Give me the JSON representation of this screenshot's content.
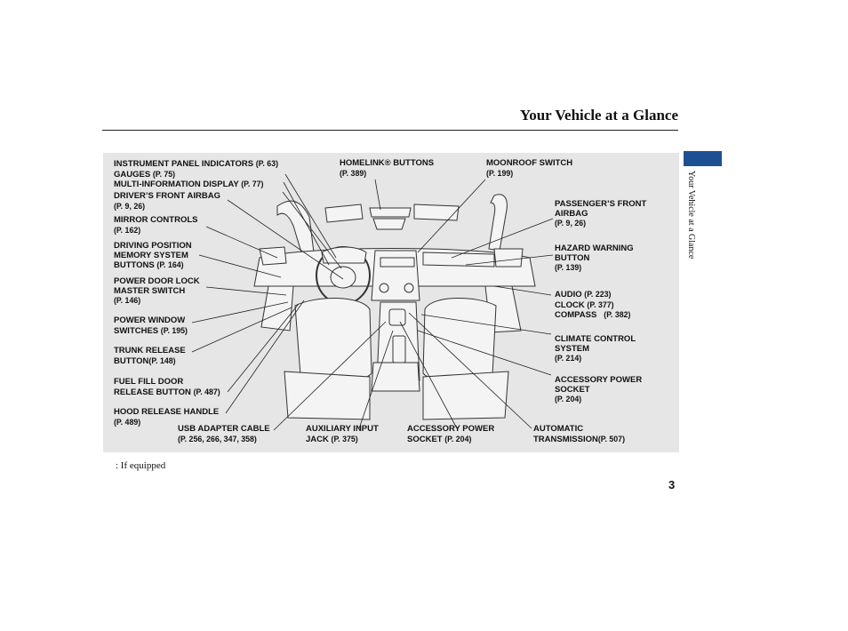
{
  "header": {
    "title": "Your Vehicle at a Glance",
    "side_label": "Your Vehicle at a Glance",
    "tab_color": "#1f4f93"
  },
  "callouts": {
    "instrument": {
      "line1": "INSTRUMENT PANEL INDICATORS",
      "ref1": "(P. 63)",
      "line2": "GAUGES",
      "ref2": "(P. 75)",
      "line3": "MULTI-INFORMATION DISPLAY",
      "ref3": "(P. 77)"
    },
    "homelink": {
      "line1": "HOMELINK® BUTTONS",
      "ref": "(P. 389)"
    },
    "moonroof": {
      "line1": "MOONROOF SWITCH",
      "ref": "(P. 199)"
    },
    "driver_airbag": {
      "line1": "DRIVER’S FRONT AIRBAG",
      "ref": "(P. 9, 26)"
    },
    "mirror": {
      "line1": "MIRROR CONTROLS",
      "ref": "(P. 162)"
    },
    "memory": {
      "line1": "DRIVING POSITION",
      "line2": "MEMORY SYSTEM",
      "line3": "BUTTONS",
      "ref": "(P. 164)"
    },
    "door_lock": {
      "line1": "POWER DOOR LOCK",
      "line2": "MASTER SWITCH",
      "ref": "(P. 146)"
    },
    "window": {
      "line1": "POWER WINDOW",
      "line2": "SWITCHES",
      "ref": "(P. 195)"
    },
    "trunk": {
      "line1": "TRUNK RELEASE",
      "line2": "BUTTON",
      "ref": "(P. 148)"
    },
    "fuel": {
      "line1": "FUEL FILL DOOR",
      "line2": "RELEASE BUTTON",
      "ref": "(P. 487)"
    },
    "hood": {
      "line1": "HOOD RELEASE HANDLE",
      "ref": "(P. 489)"
    },
    "usb": {
      "line1": "USB ADAPTER CABLE",
      "ref": "(P. 256, 266, 347, 358)"
    },
    "aux": {
      "line1": "AUXILIARY INPUT",
      "line2": "JACK",
      "ref": "(P. 375)"
    },
    "acc_power_bottom": {
      "line1": "ACCESSORY POWER",
      "line2": "SOCKET",
      "ref": "(P. 204)"
    },
    "transmission": {
      "line1": "AUTOMATIC",
      "line2": "TRANSMISSION",
      "ref": "(P. 507)"
    },
    "passenger_airbag": {
      "line1": "PASSENGER’S FRONT",
      "line2": "AIRBAG",
      "ref": "(P. 9, 26)"
    },
    "hazard": {
      "line1": "HAZARD WARNING",
      "line2": "BUTTON",
      "ref": "(P. 139)"
    },
    "audio": {
      "line1": "AUDIO",
      "ref1": "(P. 223)",
      "line2": "CLOCK",
      "ref2": "(P. 377)",
      "line3": "COMPASS",
      "ref3": "(P. 382)"
    },
    "climate": {
      "line1": "CLIMATE CONTROL",
      "line2": "SYSTEM",
      "ref": "(P. 214)"
    },
    "acc_power_right": {
      "line1": "ACCESSORY POWER",
      "line2": "SOCKET",
      "ref": "(P. 204)"
    }
  },
  "footer": {
    "footnote": ":  If equipped",
    "page_number": "3"
  }
}
